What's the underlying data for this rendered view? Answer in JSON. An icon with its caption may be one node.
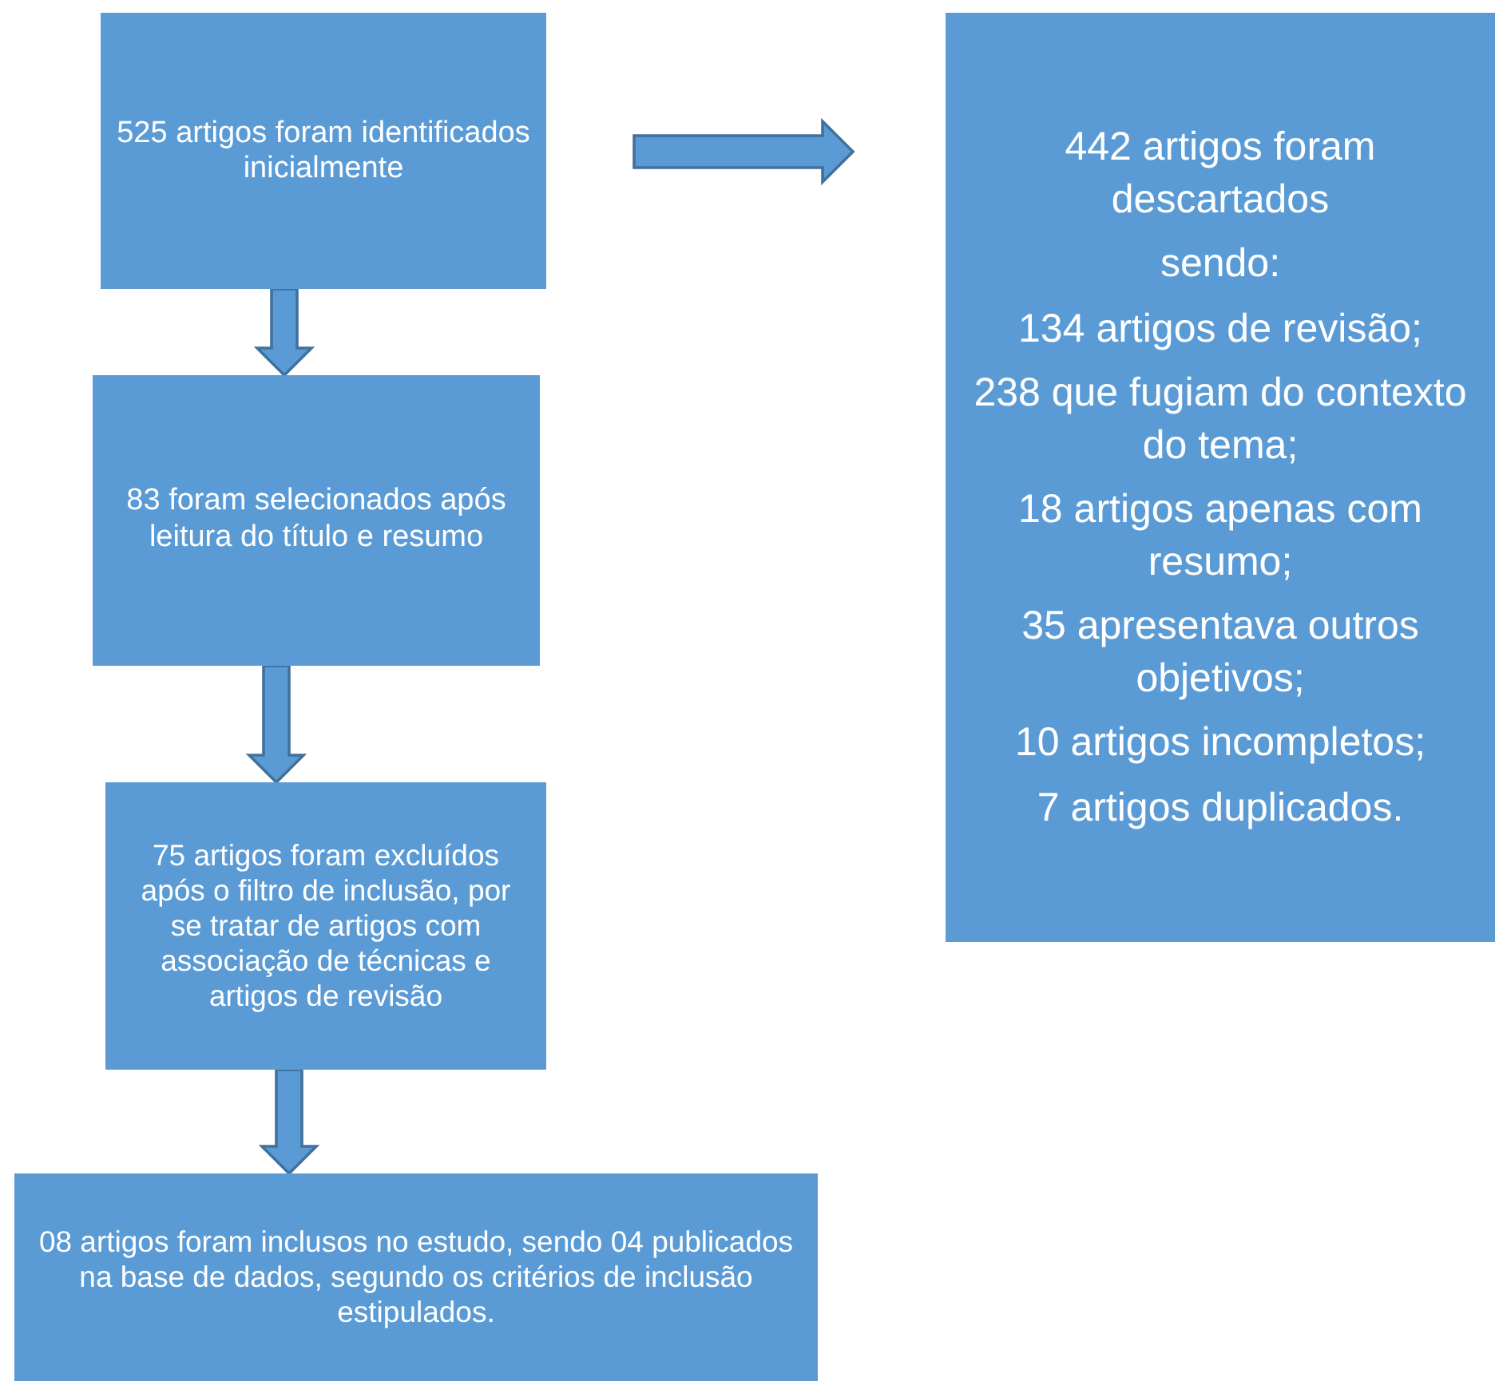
{
  "diagram": {
    "nodes": [
      {
        "text": [
          "525 artigos foram identificados inicialmente"
        ]
      },
      {
        "text": [
          "83 foram selecionados após leitura do título e resumo"
        ]
      },
      {
        "text": [
          "75 artigos foram excluídos após o filtro de inclusão, por se tratar de artigos com associação de técnicas e artigos de revisão"
        ]
      },
      {
        "text": [
          "08 artigos foram inclusos no estudo, sendo 04 publicados na base de dados, segundo os critérios de inclusão estipulados."
        ]
      },
      {
        "text": [
          "442 artigos foram descartados",
          "sendo:",
          "134 artigos de revisão;",
          "238 que fugiam do contexto do tema;",
          "18 artigos apenas com resumo;",
          "35 apresentava outros objetivos;",
          "10 artigos incompletos;",
          "7 artigos duplicados."
        ]
      }
    ],
    "edges": [
      {
        "from": 0,
        "to": 4,
        "arrow": "to"
      },
      {
        "from": 0,
        "to": 1,
        "arrow": "to"
      },
      {
        "from": 1,
        "to": 2,
        "arrow": "to"
      },
      {
        "from": 2,
        "to": 3,
        "arrow": "to"
      }
    ]
  }
}
